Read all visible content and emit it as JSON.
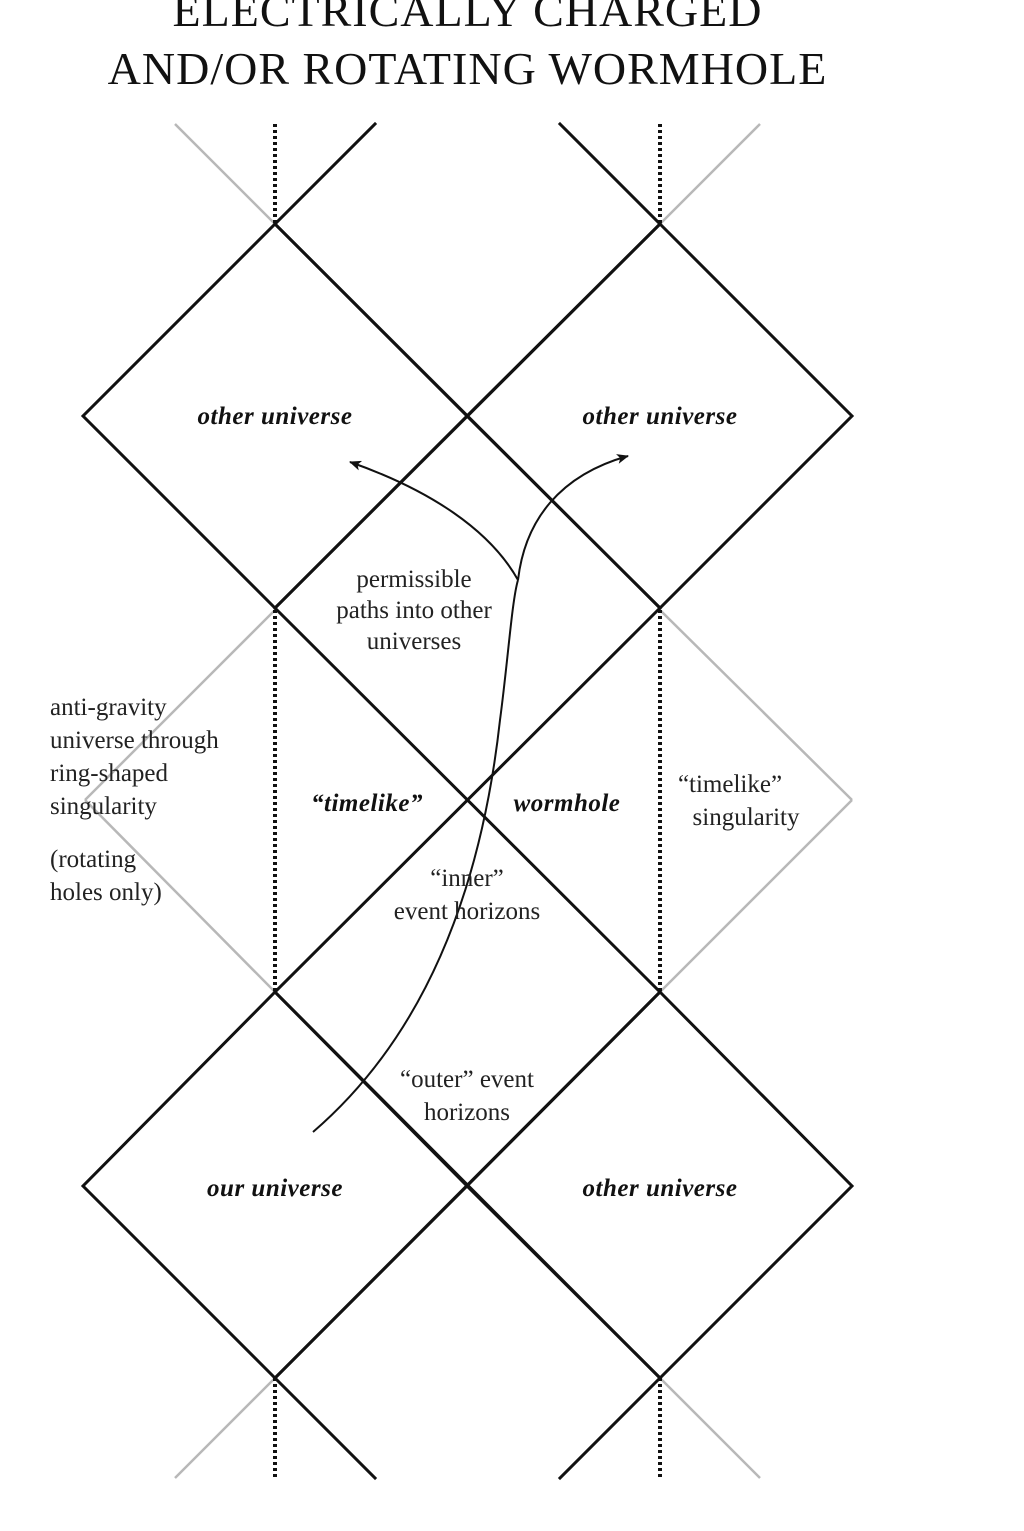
{
  "diagram": {
    "title_line_1": "ELECTRICALLY CHARGED",
    "title_line_2": "AND/OR ROTATING WORMHOLE",
    "regions": {
      "other_universe_top_left": "other universe",
      "other_universe_top_right": "other universe",
      "our_universe": "our universe",
      "other_universe_bottom_right": "other universe",
      "timelike": "“timelike”",
      "wormhole": "wormhole"
    },
    "annotations": {
      "permissible_paths": [
        "permissible",
        "paths into other",
        "universes"
      ],
      "anti_gravity": [
        "anti-gravity",
        "universe through",
        "ring-shaped",
        "singularity"
      ],
      "rotating_only": [
        "(rotating",
        "holes only)"
      ],
      "timelike_singularity": [
        "“timelike”",
        "singularity"
      ],
      "inner_horizons": [
        "“inner”",
        "event horizons"
      ],
      "outer_horizons": [
        "“outer” event",
        "horizons"
      ]
    },
    "colors": {
      "line": "#111111",
      "grey_line": "#b8b8b8",
      "text": "#222222"
    }
  }
}
